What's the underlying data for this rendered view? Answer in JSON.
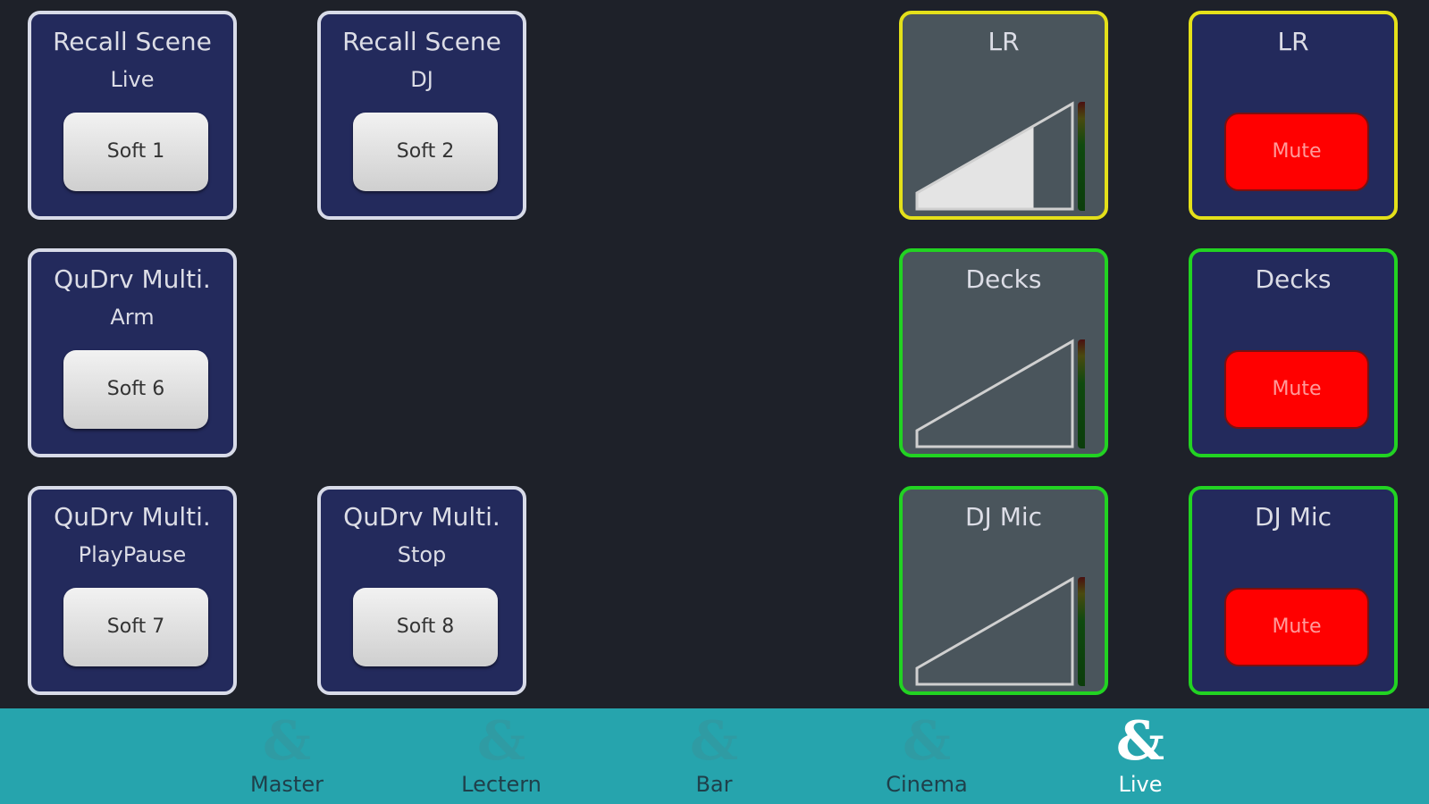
{
  "softkeys": [
    {
      "title": "Recall Scene",
      "sub": "Live",
      "key": "Soft 1"
    },
    {
      "title": "Recall Scene",
      "sub": "DJ",
      "key": "Soft 2"
    },
    {
      "title": "QuDrv Multi.",
      "sub": "Arm",
      "key": "Soft 6"
    },
    {
      "title": "QuDrv Multi.",
      "sub": "PlayPause",
      "key": "Soft 7"
    },
    {
      "title": "QuDrv Multi.",
      "sub": "Stop",
      "key": "Soft 8"
    }
  ],
  "faders": [
    {
      "name": "LR",
      "level": 0.75
    },
    {
      "name": "Decks",
      "level": 0
    },
    {
      "name": "DJ Mic",
      "level": 0
    }
  ],
  "mutes": [
    {
      "name": "LR",
      "label": "Mute"
    },
    {
      "name": "Decks",
      "label": "Mute"
    },
    {
      "name": "DJ Mic",
      "label": "Mute"
    }
  ],
  "tabs": [
    {
      "icon": "&",
      "label": "Master"
    },
    {
      "icon": "&",
      "label": "Lectern"
    },
    {
      "icon": "&",
      "label": "Bar"
    },
    {
      "icon": "&",
      "label": "Cinema"
    },
    {
      "icon": "&",
      "label": "Live",
      "active": true
    }
  ],
  "colors": {
    "lr_border": "#e4e01a",
    "channel_border": "#22d322",
    "mute": "#ff0000",
    "tabbar": "#26a4ad"
  }
}
